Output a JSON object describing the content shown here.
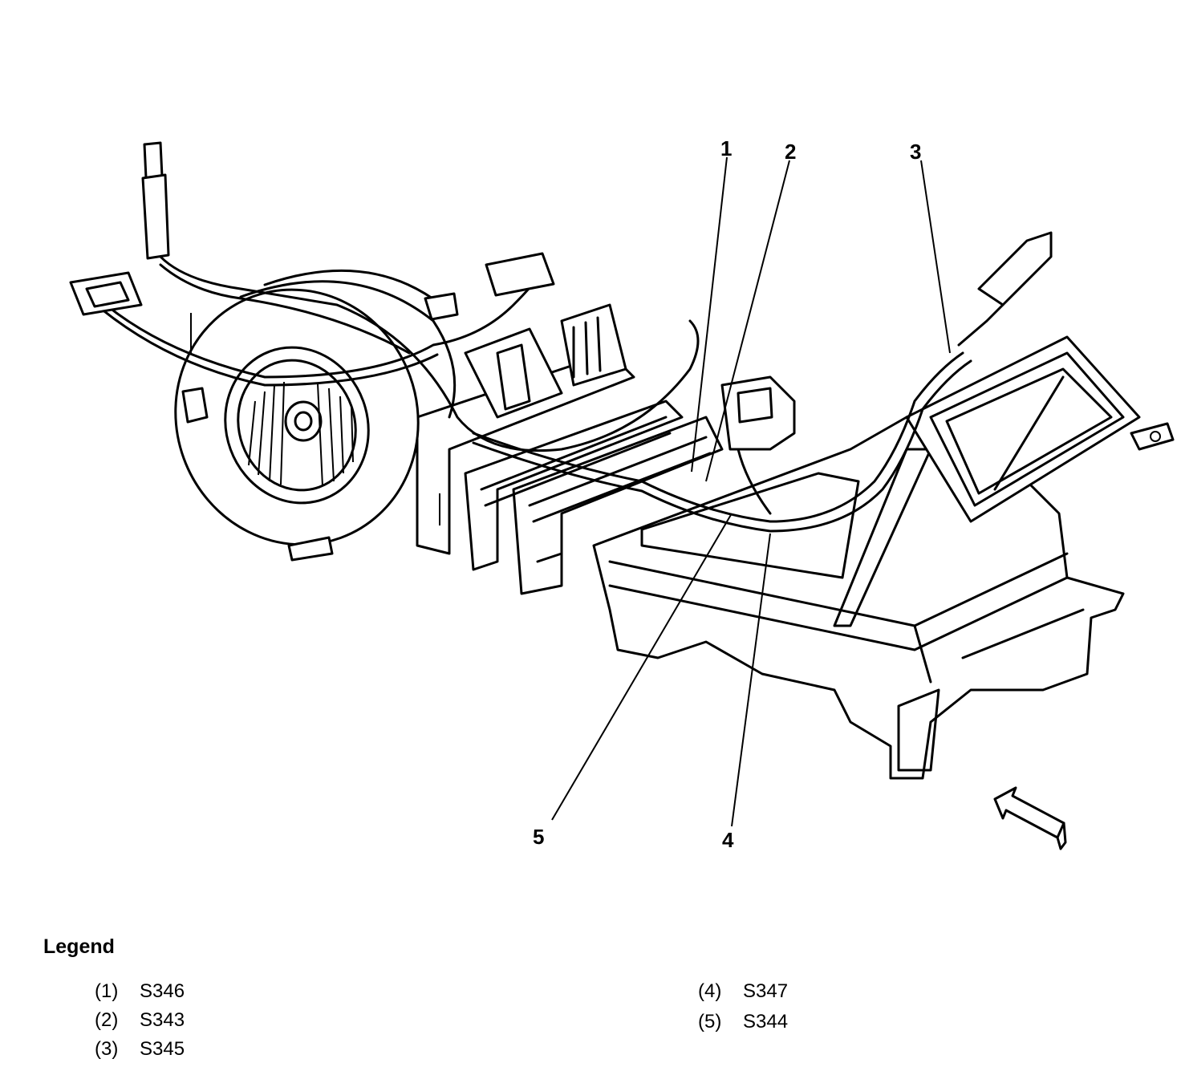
{
  "callouts": [
    {
      "number": "1"
    },
    {
      "number": "2"
    },
    {
      "number": "3"
    },
    {
      "number": "4"
    },
    {
      "number": "5"
    }
  ],
  "legend": {
    "title": "Legend",
    "items": [
      {
        "index": "(1)",
        "label": "S346"
      },
      {
        "index": "(2)",
        "label": "S343"
      },
      {
        "index": "(3)",
        "label": "S345"
      },
      {
        "index": "(4)",
        "label": "S347"
      },
      {
        "index": "(5)",
        "label": "S344"
      }
    ]
  }
}
